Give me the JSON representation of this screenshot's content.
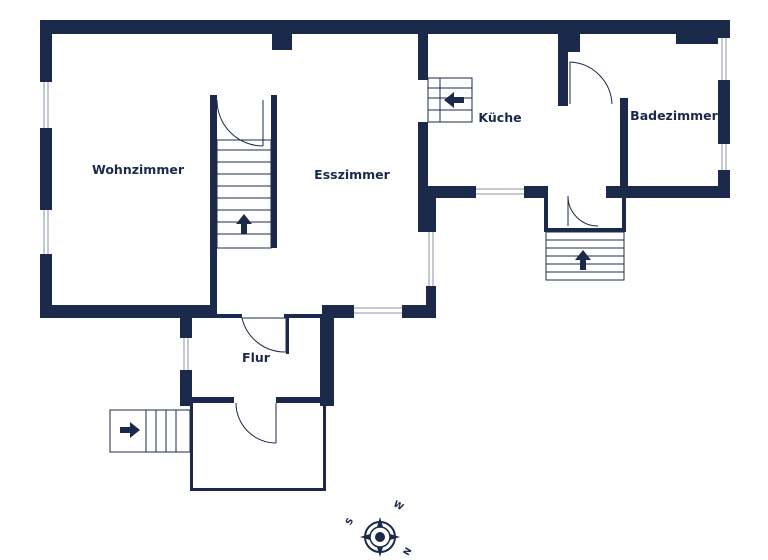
{
  "plan": {
    "rooms": {
      "wohnzimmer": "Wohnzimmer",
      "esszimmer": "Esszimmer",
      "kueche": "Küche",
      "badezimmer": "Badezimmer",
      "flur": "Flur"
    },
    "compass": {
      "s": "S",
      "w": "W",
      "n": "N"
    },
    "colors": {
      "wall": "#1b2a4a",
      "background": "#ffffff",
      "window": "#8a93a5"
    }
  }
}
